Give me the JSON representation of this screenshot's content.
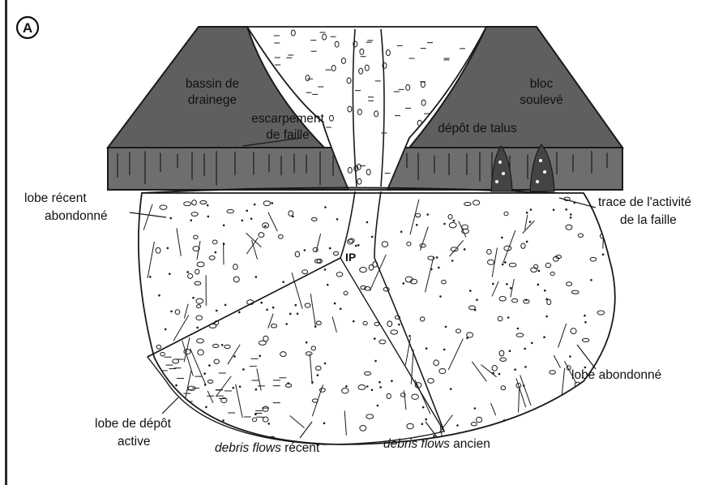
{
  "panel_letter": "A",
  "labels": {
    "bassin_1": "bassin de",
    "bassin_2": "drainege",
    "escarpement_1": "escarpement",
    "escarpement_2": "de faille",
    "bloc_1": "bloc",
    "bloc_2": "soulevé",
    "depot_talus": "dépôt de talus",
    "lobe_recent_1": "lobe récent",
    "lobe_recent_2": "abondonné",
    "trace_1": "trace de l'activité",
    "trace_2": "de la faille",
    "ip": "IP",
    "lobe_abondonne": "lobe abondonné",
    "lobe_depot_1": "lobe de dépôt",
    "lobe_depot_2": "active",
    "debris_recent_italic": "debris flows",
    "debris_recent_rest": " récent",
    "debris_ancien_italic": "debris flows",
    "debris_ancien_rest": " ancien"
  },
  "colors": {
    "block_dark": "#5f5f5f",
    "block_side": "#707070",
    "line": "#1a1a1a",
    "paper": "#ffffff"
  }
}
